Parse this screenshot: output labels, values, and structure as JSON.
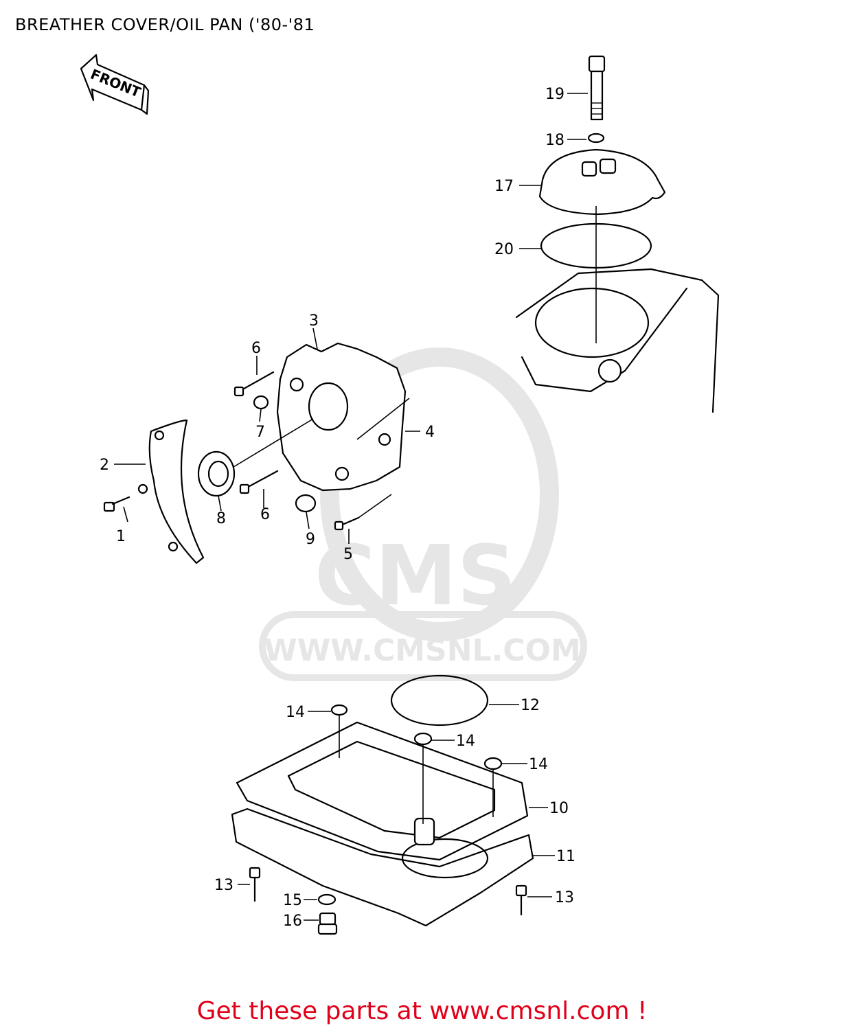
{
  "title": "BREATHER COVER/OIL PAN ('80-'81",
  "front_arrow_label": "FRONT",
  "watermark": {
    "logo_text": "CMS",
    "url": "WWW.CMSNL.COM"
  },
  "callouts": [
    "1",
    "2",
    "3",
    "4",
    "5",
    "6",
    "6",
    "7",
    "8",
    "9",
    "10",
    "11",
    "12",
    "13",
    "13",
    "14",
    "14",
    "14",
    "15",
    "16",
    "17",
    "18",
    "19",
    "20"
  ],
  "footer": "Get these parts at www.cmsnl.com !",
  "colors": {
    "footer": "#e0001a",
    "watermark": "#e6e6e6"
  }
}
